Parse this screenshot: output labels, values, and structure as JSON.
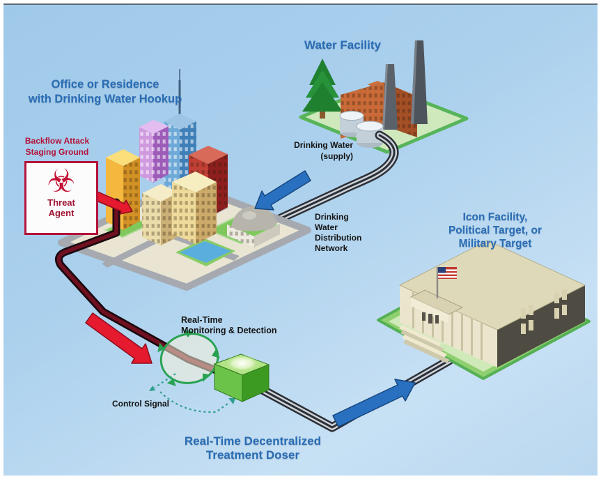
{
  "diagram": {
    "title": "Backflow attack on drinking water system diagram",
    "colors": {
      "label-blue": "#2a6db4",
      "label-red": "#b5123a",
      "label-black": "#141414",
      "arrow-blue": "#2a70c0",
      "arrow-blue-dark": "#16477e",
      "arrow-red": "#e51a2e",
      "arrow-red-dark": "#8f0c1c",
      "pipe-dark": "#2c2f35",
      "pipe-light": "#ccd3da",
      "backflow-casing": "#1c0a10",
      "backflow-core": "#701020",
      "signal-teal": "#2f9e8c",
      "monitor-green": "#28a251",
      "doser-green": "#59bb35",
      "platform-green": "#55b055"
    },
    "labels": {
      "water_facility": "Water Facility",
      "office": {
        "line1": "Office or Residence",
        "line2": "with Drinking Water Hookup"
      },
      "backflow": {
        "line1": "Backflow Attack",
        "line2": "Staging Ground"
      },
      "threat": {
        "line1": "Threat",
        "line2": "Agent"
      },
      "supply": {
        "line1": "Drinking Water",
        "line2": "(supply)"
      },
      "distribution": {
        "line1": "Drinking",
        "line2": "Water",
        "line3": "Distribution",
        "line4": "Network"
      },
      "icon_facility": {
        "line1": "Icon Facility,",
        "line2": "Political Target, or",
        "line3": "Military Target"
      },
      "monitoring": {
        "line1": "Real-Time",
        "line2": "Monitoring & Detection"
      },
      "control_signal": "Control Signal",
      "doser": {
        "line1": "Real-Time Decentralized",
        "line2": "Treatment Doser"
      }
    },
    "icons": {
      "threat_glyph": "☣",
      "threat_icon": "biohazard-icon",
      "flag_icon": "us-flag-icon",
      "monitoring_icon": "circulation-arrows-icon"
    }
  }
}
